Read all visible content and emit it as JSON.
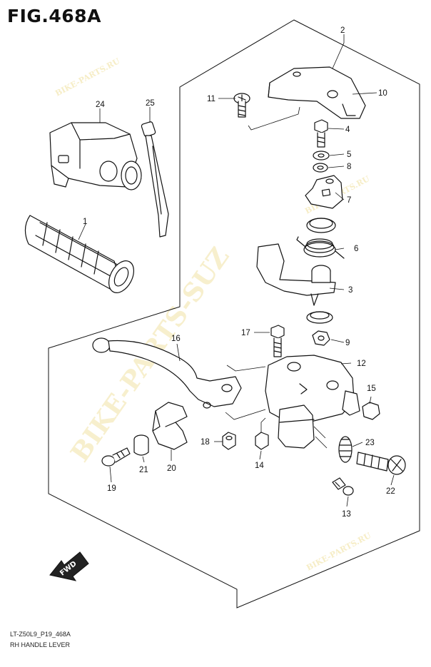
{
  "figure": {
    "title": "FIG.468A",
    "model_code": "LT-Z50L9_P19_468A",
    "name": "RH HANDLE LEVER"
  },
  "watermark": {
    "main": "BIKE-PARTS-SUZ",
    "small": "BIKE-PARTS.RU",
    "color": "#f4e9b8"
  },
  "fwd_label": "FWD",
  "callouts": [
    "1",
    "2",
    "3",
    "4",
    "5",
    "6",
    "7",
    "8",
    "9",
    "10",
    "11",
    "12",
    "13",
    "14",
    "15",
    "16",
    "17",
    "18",
    "19",
    "20",
    "21",
    "22",
    "23",
    "24",
    "25"
  ],
  "parts": [
    {
      "no": "1",
      "icon": "hand-grip-icon"
    },
    {
      "no": "2",
      "icon": "front-brake-switch-assembly-icon"
    },
    {
      "no": "3",
      "icon": "lever-arm-icon"
    },
    {
      "no": "4",
      "icon": "bolt-icon"
    },
    {
      "no": "5",
      "icon": "washer-icon"
    },
    {
      "no": "6",
      "icon": "torsion-spring-icon"
    },
    {
      "no": "7",
      "icon": "plate-icon"
    },
    {
      "no": "8",
      "icon": "washer-icon"
    },
    {
      "no": "9",
      "icon": "nut-icon"
    },
    {
      "no": "10",
      "icon": "case-cover-icon"
    },
    {
      "no": "11",
      "icon": "screw-icon"
    },
    {
      "no": "12",
      "icon": "lever-bracket-icon"
    },
    {
      "no": "13",
      "icon": "screw-icon"
    },
    {
      "no": "14",
      "icon": "nut-icon"
    },
    {
      "no": "15",
      "icon": "nut-icon"
    },
    {
      "no": "16",
      "icon": "brake-lever-icon"
    },
    {
      "no": "17",
      "icon": "pivot-bolt-icon"
    },
    {
      "no": "18",
      "icon": "nut-icon"
    },
    {
      "no": "19",
      "icon": "bolt-icon"
    },
    {
      "no": "20",
      "icon": "clamp-icon"
    },
    {
      "no": "21",
      "icon": "spacer-icon"
    },
    {
      "no": "22",
      "icon": "adjuster-bolt-icon"
    },
    {
      "no": "23",
      "icon": "adjuster-nut-icon"
    },
    {
      "no": "24",
      "icon": "throttle-case-icon"
    },
    {
      "no": "25",
      "icon": "cable-tie-icon"
    }
  ]
}
